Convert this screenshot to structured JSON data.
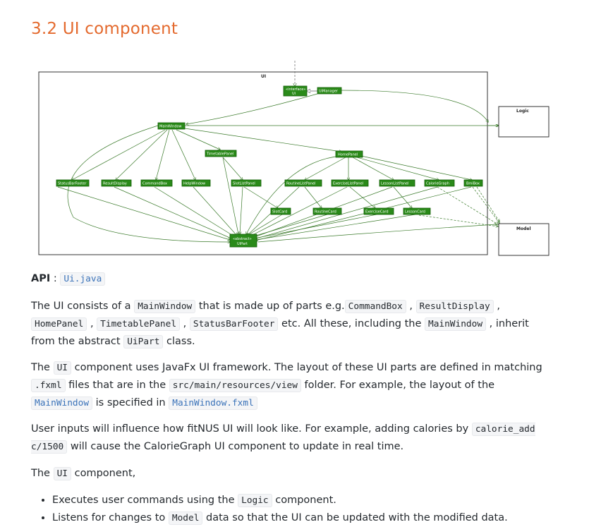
{
  "section": {
    "title": "3.2 UI component"
  },
  "diagram": {
    "package_label": "UI",
    "nodes": {
      "uimanager_iface": [
        "«interface»",
        "Ui"
      ],
      "uimanager": "UiManager",
      "mainwindow": "MainWindow",
      "timetable_panel": "TimetablePanel",
      "home_panel": "HomePanel",
      "status_bar_footer": "StatusBarFooter",
      "result_display": "ResultDisplay",
      "command_box": "CommandBox",
      "help_window": "HelpWindow",
      "slot_list_panel": "SlotListPanel",
      "routine_list_panel": "RoutineListPanel",
      "exercise_list_panel": "ExerciseListPanel",
      "lesson_list_panel": "LessonListPanel",
      "calorie_graph": "CalorieGraph",
      "bmi_box": "BmiBox",
      "slot_card": "SlotCard",
      "routine_card": "RoutineCard",
      "exercise_card": "ExerciseCard",
      "lesson_card": "LessonCard",
      "uipart": [
        "«abstract»",
        "UiPart"
      ]
    },
    "logic_label": "Logic",
    "model_label": "Model"
  },
  "api": {
    "label": "API",
    "sep": " : ",
    "file": "Ui.java"
  },
  "p1": {
    "t1": "The UI consists of a ",
    "c1": "MainWindow",
    "t2": " that is made up of parts e.g.",
    "c2": "CommandBox",
    "t3": " , ",
    "c3": "ResultDisplay",
    "t4": " ,",
    "c4": "HomePanel",
    "t5": " , ",
    "c5": "TimetablePanel",
    "t6": " , ",
    "c6": "StatusBarFooter",
    "t7": " etc. All these, including the ",
    "c7": "MainWindow",
    "t8": " , inherit from the abstract ",
    "c8": "UiPart",
    "t9": " class."
  },
  "p2": {
    "t1": "The ",
    "c1": "UI",
    "t2": " component uses JavaFx UI framework. The layout of these UI parts are defined in matching ",
    "c2": ".fxml",
    "t3": " files that are in the ",
    "c3": "src/main/resources/view",
    "t4": " folder. For example, the layout of the ",
    "c4": "MainWindow",
    "t5": " is specified in ",
    "c5": "MainWindow.fxml"
  },
  "p3": {
    "t1": "User inputs will influence how fitNUS UI will look like. For example, adding calories by ",
    "c1": "calorie_add c/1500",
    "t2": " will cause the CalorieGraph UI component to update in real time."
  },
  "p4": {
    "t1": "The ",
    "c1": "UI",
    "t2": " component,"
  },
  "bullets": [
    {
      "t1": "Executes user commands using the ",
      "c1": "Logic",
      "t2": " component."
    },
    {
      "t1": "Listens for changes to ",
      "c1": "Model",
      "t2": " data so that the UI can be updated with the modified data."
    }
  ]
}
